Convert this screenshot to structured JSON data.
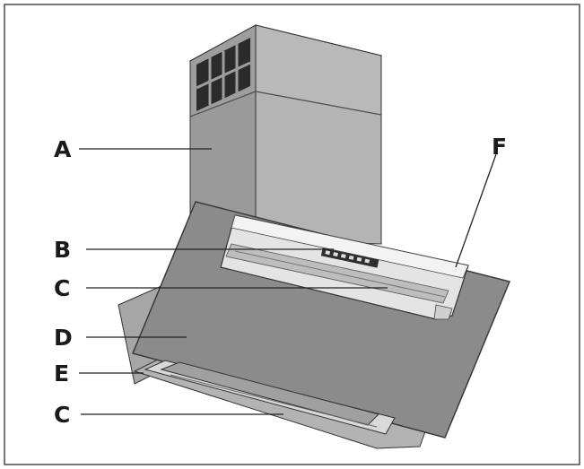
{
  "labels": {
    "a": "A",
    "b": "B",
    "c_upper": "C",
    "d": "D",
    "e": "E",
    "c_lower": "C",
    "f": "F"
  },
  "colors": {
    "frame": "#4a4a4a",
    "chimney_front": "#9c9c9c",
    "chimney_side": "#b6b6b6",
    "glass_panel": "#8b8b8b",
    "control_strip": "#e2e2e2",
    "body_shadow": "#a9a9a9"
  }
}
